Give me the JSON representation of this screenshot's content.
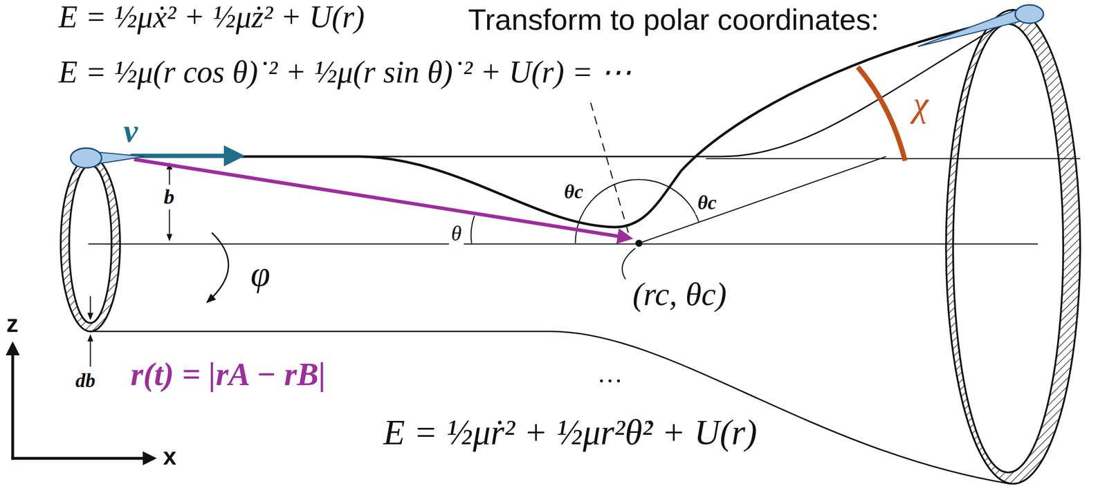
{
  "diagram": {
    "labels": [
      "E = ½μẋ² + ½μż² + U(r)",
      "Transform to polar coordinates:",
      "E = ½μ(r cos θ)˙² + ½μ(r sin θ)˙² + U(r) = ⋯",
      "v",
      "b",
      "θ",
      "θc",
      "θc",
      "φ",
      "(rc, θc)",
      "χ",
      "z",
      "x",
      "db",
      "r(t) = |rA − rB|",
      "…",
      "E = ½μṙ² + ½μr²θ̇² + U(r)"
    ]
  }
}
